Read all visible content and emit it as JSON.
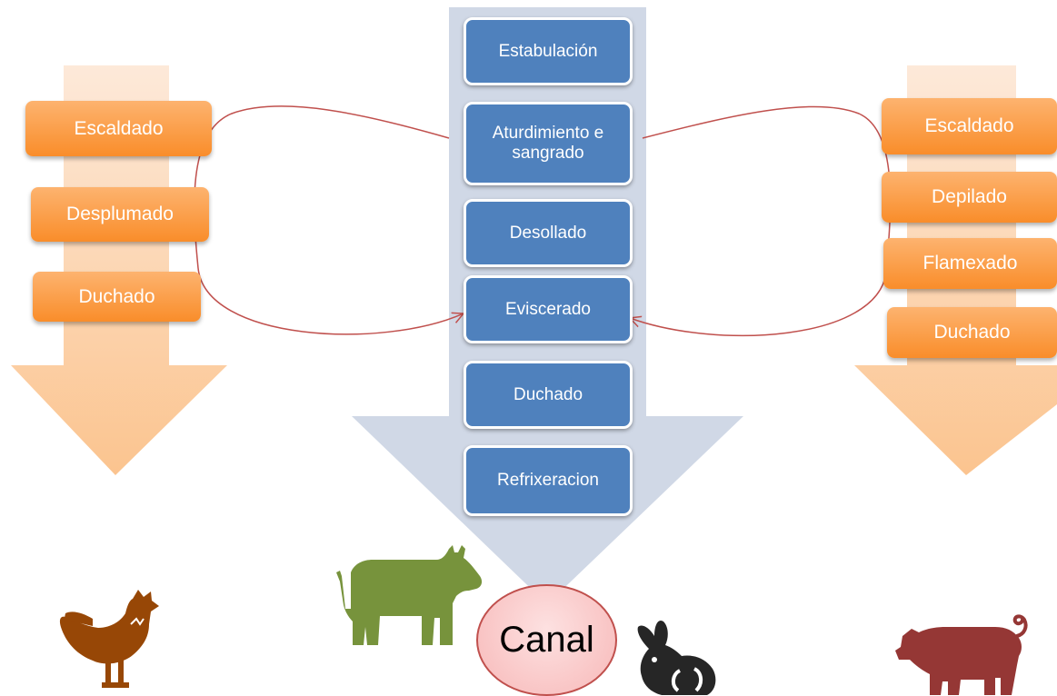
{
  "center_steps": [
    "Estabulación",
    "Aturdimiento e sangrado",
    "Desollado",
    "Eviscerado",
    "Duchado",
    "Refrixeracion"
  ],
  "poultry_steps": [
    "Escaldado",
    "Desplumado",
    "Duchado"
  ],
  "pig_steps": [
    "Escaldado",
    "Depilado",
    "Flamexado",
    "Duchado"
  ],
  "result": "Canal",
  "icons": {
    "chicken": "chicken-icon",
    "cow": "cow-icon",
    "rabbit": "rabbit-icon",
    "pig": "pig-icon"
  },
  "colors": {
    "center_arrow": "#d0d8e6",
    "step_box": "#4f81bd",
    "side_arrow": "#fcd5b0",
    "side_box": "#f98d2a",
    "connector": "#c0504d",
    "chicken": "#974706",
    "cow": "#77933c",
    "rabbit": "#262626",
    "pig": "#953735"
  }
}
